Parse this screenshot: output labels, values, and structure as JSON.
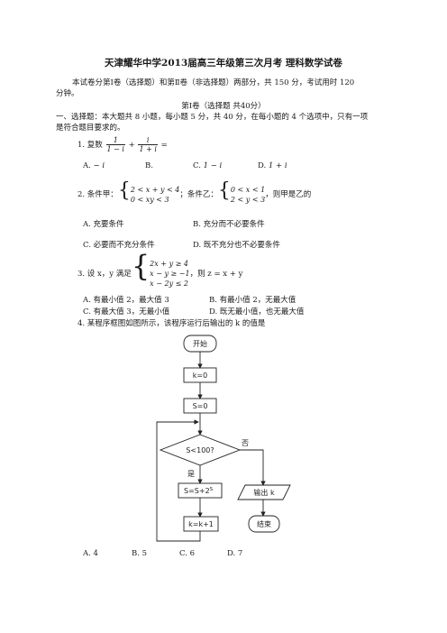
{
  "title": "天津耀华中学2013届高三年级第三次月考 理科数学试卷",
  "intro": {
    "line1": "本试卷分第Ⅰ卷（选择题）和第Ⅱ卷（非选择题）两部分，共 150 分，考试用时 120",
    "line2": "分钟。"
  },
  "section1": {
    "heading": "第Ⅰ卷（选择题 共40分）",
    "instr_line1": "一、选择题：本大题共 8 小题，每小题 5 分，共 40 分，在每小题的 4 个选项中，只有一项",
    "instr_line2": "是符合题目要求的。"
  },
  "q1": {
    "prefix": "1. 复数",
    "frac1_num": "1",
    "frac1_den": "1 − i",
    "plus": "+",
    "frac2_num": "i",
    "frac2_den": "1 + i",
    "eq": "=",
    "options": [
      {
        "label": "A.",
        "text": "− i"
      },
      {
        "label": "B.",
        "text": ""
      },
      {
        "label": "C.",
        "text": "1 − i"
      },
      {
        "label": "D.",
        "text": "1 + i"
      }
    ]
  },
  "q2": {
    "prefix": "2. 条件甲：",
    "jia": [
      "2 < x + y < 4",
      "0 < xy < 3"
    ],
    "mid": "；条件乙：",
    "yi": [
      "0 < x < 1",
      "2 < y < 3"
    ],
    "suffix": "，则甲是乙的",
    "options": [
      {
        "label": "A.",
        "text": "充要条件"
      },
      {
        "label": "B.",
        "text": "充分而不必要条件"
      },
      {
        "label": "C.",
        "text": "必要而不充分条件"
      },
      {
        "label": "D.",
        "text": "既不充分也不必要条件"
      }
    ]
  },
  "q3": {
    "prefix": "3. 设 x，y 满足",
    "system": [
      "2x + y ≥ 4",
      "x − y ≥ −1",
      "x − 2y ≤ 2"
    ],
    "suffix": "，则 z = x + y",
    "options": [
      {
        "label": "A.",
        "text": "有最小值 2，最大值 3"
      },
      {
        "label": "B.",
        "text": "有最小值 2，无最大值"
      },
      {
        "label": "C.",
        "text": "有最大值 3，无最小值"
      },
      {
        "label": "D.",
        "text": "既无最小值，也无最大值"
      }
    ]
  },
  "q4": {
    "text": "4. 某程序框图如图所示，该程序运行后输出的 k 的值是",
    "flow": {
      "start": "开始",
      "k_init": "k=0",
      "s_init": "S=0",
      "cond": "S<100?",
      "no": "否",
      "yes": "是",
      "s_update": "S=S+2",
      "s_update_sup": "S",
      "output": "输出 k",
      "k_update": "k=k+1",
      "end": "结束"
    },
    "options": [
      {
        "label": "A.",
        "text": "4"
      },
      {
        "label": "B.",
        "text": "5"
      },
      {
        "label": "C.",
        "text": "6"
      },
      {
        "label": "D.",
        "text": "7"
      }
    ]
  }
}
